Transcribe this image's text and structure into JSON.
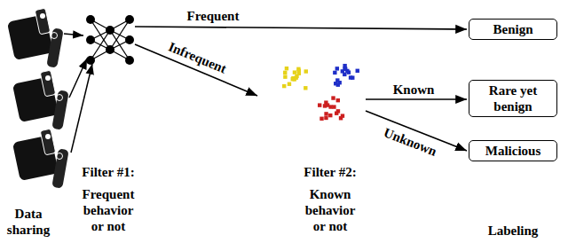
{
  "diagram": {
    "nodes": [
      {
        "text": [
          "Benign"
        ]
      },
      {
        "text": [
          "Rare yet benign"
        ]
      },
      {
        "text": [
          "Malicious"
        ]
      }
    ],
    "labels": [
      "Frequent",
      "Infrequent",
      "Known",
      "Unknown",
      "Filter #1:",
      "Frequent behavior or not",
      "Filter #2:",
      "Known behavior or not",
      "Data sharing",
      "Labeling"
    ]
  }
}
